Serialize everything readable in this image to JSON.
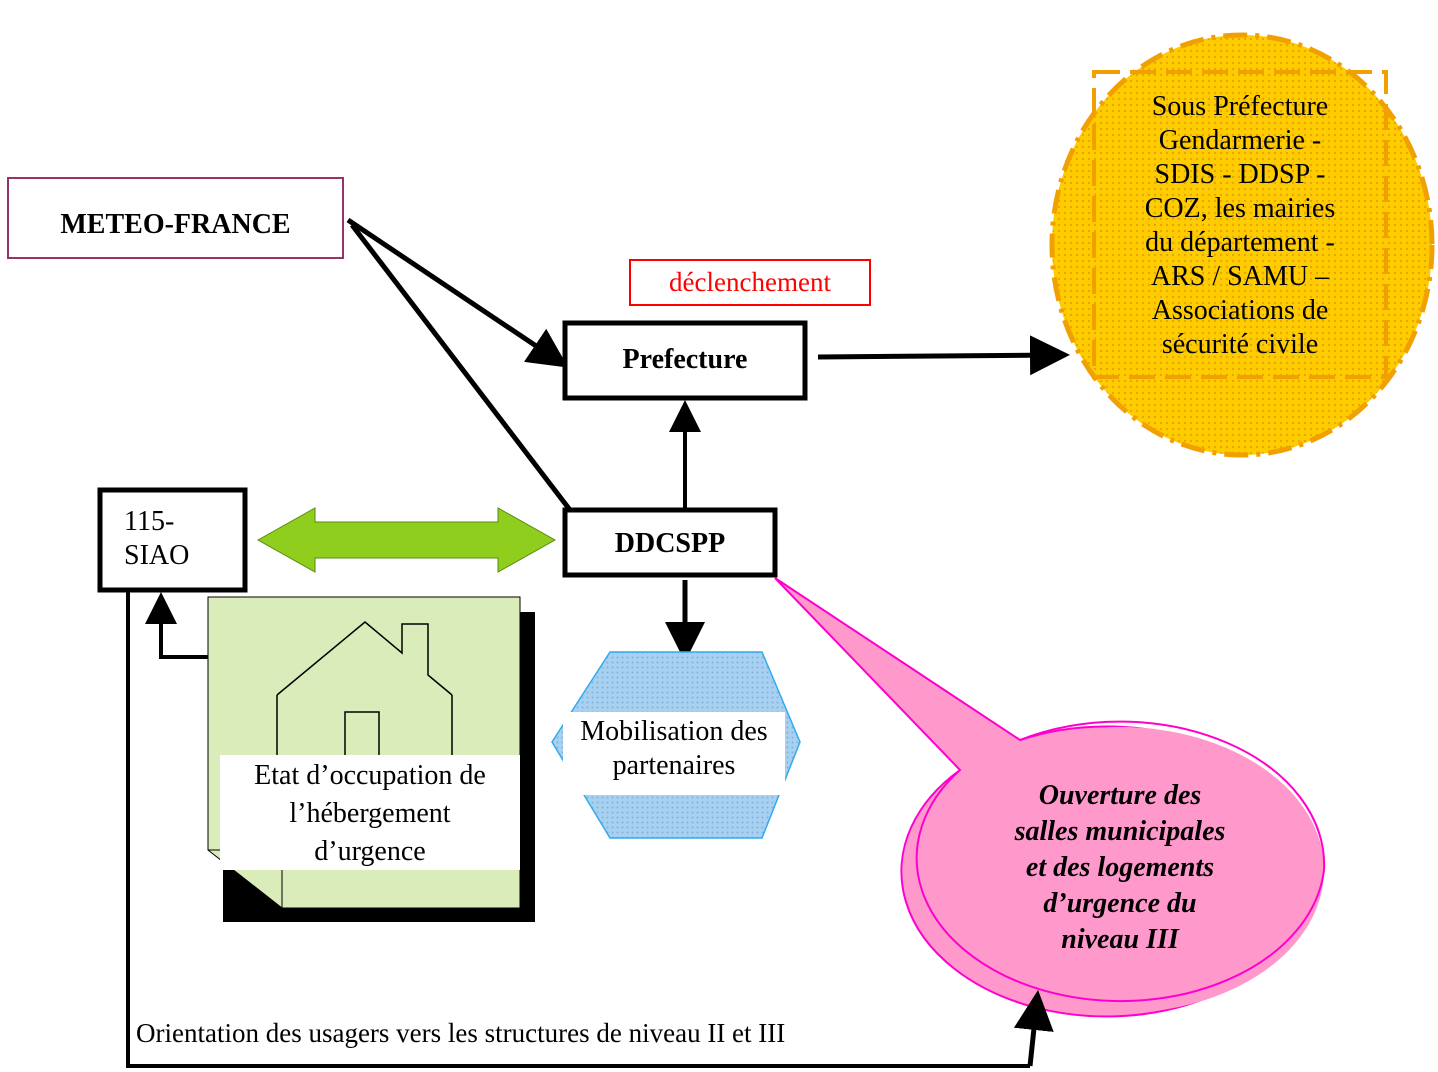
{
  "nodes": {
    "meteo": "METEO-FRANCE",
    "trigger": "déclenchement",
    "prefecture": "Prefecture",
    "ddcspp": "DDCSPP",
    "siao": [
      "115-",
      "SIAO"
    ],
    "occupancy": [
      "Etat d’occupation de",
      "l’hébergement",
      "d’urgence"
    ],
    "mobilisation": [
      "Mobilisation des",
      "partenaires"
    ],
    "partners": [
      "Sous Préfecture",
      "Gendarmerie -",
      "SDIS - DDSP -",
      "COZ, les mairies",
      "du département -",
      "ARS / SAMU –",
      "Associations de",
      "sécurité civile"
    ],
    "opening": [
      "Ouverture des",
      "salles municipales",
      "et des logements",
      "d’urgence du",
      "niveau III"
    ],
    "orientation": "Orientation des usagers vers les structures de niveau II et III"
  },
  "colors": {
    "trigger_text": "#ff0000",
    "meteo_border": "#993366",
    "partners_fill": "#ffcc00",
    "partners_dash": "#f0a000",
    "opening_fill": "#ff99cc",
    "opening_border": "#ff00cc",
    "house_fill": "#d9ecb9",
    "double_arrow_fill": "#8fce1c",
    "mobilisation_fill": "#a8d0f0"
  }
}
